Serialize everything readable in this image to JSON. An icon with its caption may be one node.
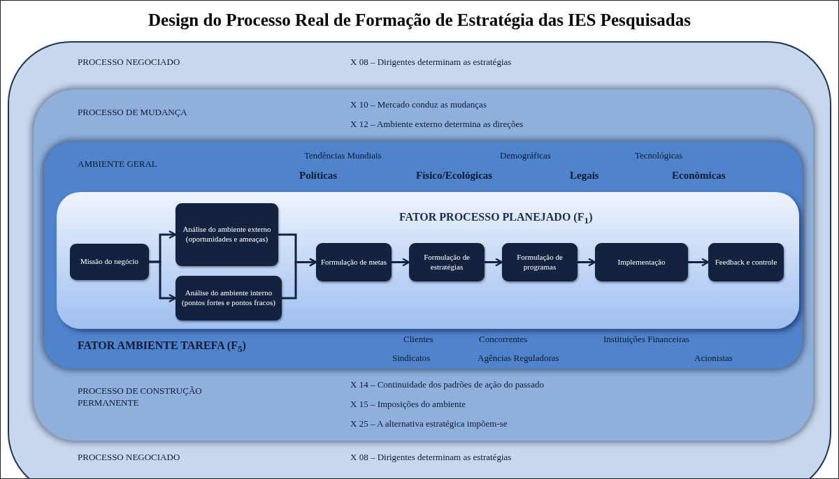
{
  "diagram": {
    "title": "Design do Processo Real de Formação de Estratégia das IES Pesquisadas",
    "nodes": [
      {
        "text": [
          "PROCESSO NEGOCIADO",
          "X 08 – Dirigentes determinam as estratégias",
          "PROCESSO NEGOCIADO",
          "X 08 – Dirigentes determinam as estratégias"
        ]
      },
      {
        "text": [
          "PROCESSO DE MUDANÇA",
          "X 10 – Mercado conduz as mudanças",
          "X 12 – Ambiente externo determina as direções",
          "PROCESSO DE CONSTRUÇÃO PERMANENTE",
          "X 14 – Continuidade dos padrões de ação do passado",
          "X 15 – Imposições do ambiente",
          "X 25 – A alternativa estratégica impõem-se"
        ],
        "in": 0
      },
      {
        "text": [
          "AMBIENTE GERAL",
          "Tendências Mundiais",
          "Demográficas",
          "Tecnológicas",
          "Políticas",
          "Físico/Ecológicas",
          "Legais",
          "Econômicas",
          "FATOR AMBIENTE TAREFA (F$_{5}$)",
          "Clientes",
          "Concorrentes",
          "Instituições Financeiras",
          "Sindicatos",
          "Agências Reguladoras",
          "Acionistas"
        ],
        "in": 1
      },
      {
        "text": [
          "FATOR PROCESSO PLANEJADO (F$_{1}$)"
        ],
        "in": 2
      },
      {
        "text": [
          "Missão do negócio"
        ],
        "in": 3
      },
      {
        "text": [
          "Análise do ambiente externo (oportunidades e ameaças)"
        ],
        "in": 3
      },
      {
        "text": [
          "Análise do ambiente interno (pontos fortes e pontos fracos)"
        ],
        "in": 3
      },
      {
        "text": [
          "Formulação de metas"
        ],
        "in": 3
      },
      {
        "text": [
          "Formulação de estratégias"
        ],
        "in": 3
      },
      {
        "text": [
          "Formulação de programas"
        ],
        "in": 3
      },
      {
        "text": [
          "Implementação"
        ],
        "in": 3
      },
      {
        "text": [
          "Feedback e controle"
        ],
        "in": 3
      }
    ],
    "edges": [
      {
        "from": 4,
        "to": 5,
        "arrow": "to"
      },
      {
        "from": 4,
        "to": 6,
        "arrow": "to"
      },
      {
        "from": 5,
        "to": 7,
        "arrow": "to"
      },
      {
        "from": 6,
        "to": 7,
        "arrow": "to"
      },
      {
        "from": 7,
        "to": 8,
        "arrow": "to"
      },
      {
        "from": 8,
        "to": 9,
        "arrow": "to"
      },
      {
        "from": 9,
        "to": 10,
        "arrow": "to"
      },
      {
        "from": 10,
        "to": 11,
        "arrow": "to"
      }
    ]
  }
}
